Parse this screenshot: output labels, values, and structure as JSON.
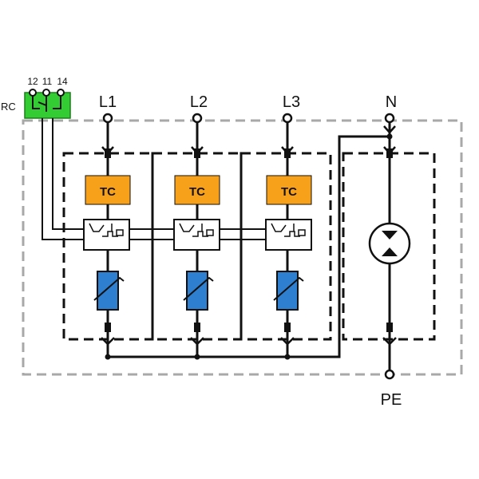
{
  "rc_terminal": {
    "label": "RC",
    "pins": [
      "12",
      "11",
      "14"
    ],
    "color": "#33cc33"
  },
  "terminals": {
    "l1": "L1",
    "l2": "L2",
    "l3": "L3",
    "n": "N",
    "pe": "PE"
  },
  "modules": [
    {
      "tc_label": "TC"
    },
    {
      "tc_label": "TC"
    },
    {
      "tc_label": "TC"
    }
  ],
  "colors": {
    "tc_box": "#f7a11a",
    "varistor": "#2f7fd0",
    "enclosure_dash": "#a8a8a8",
    "module_dash": "#111111"
  }
}
